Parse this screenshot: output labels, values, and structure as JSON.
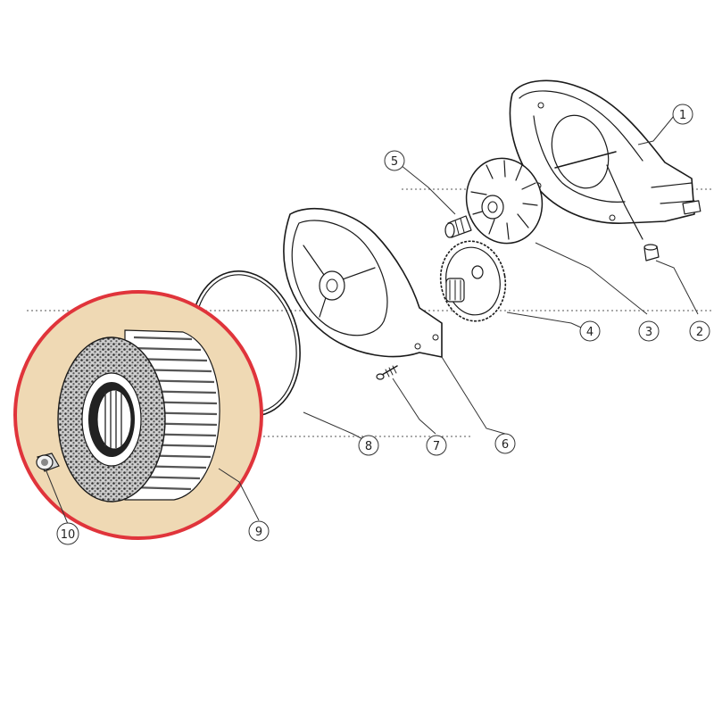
{
  "diagram": {
    "highlight_color": "#e0343b",
    "highlight_fill": "#efd9b4",
    "callouts": [
      {
        "id": "c1",
        "label": "1"
      },
      {
        "id": "c2",
        "label": "2"
      },
      {
        "id": "c3",
        "label": "3"
      },
      {
        "id": "c4",
        "label": "4"
      },
      {
        "id": "c5",
        "label": "5"
      },
      {
        "id": "c6",
        "label": "6"
      },
      {
        "id": "c7",
        "label": "7"
      },
      {
        "id": "c8",
        "label": "8"
      },
      {
        "id": "c9",
        "label": "9"
      },
      {
        "id": "c10",
        "label": "10"
      }
    ]
  }
}
